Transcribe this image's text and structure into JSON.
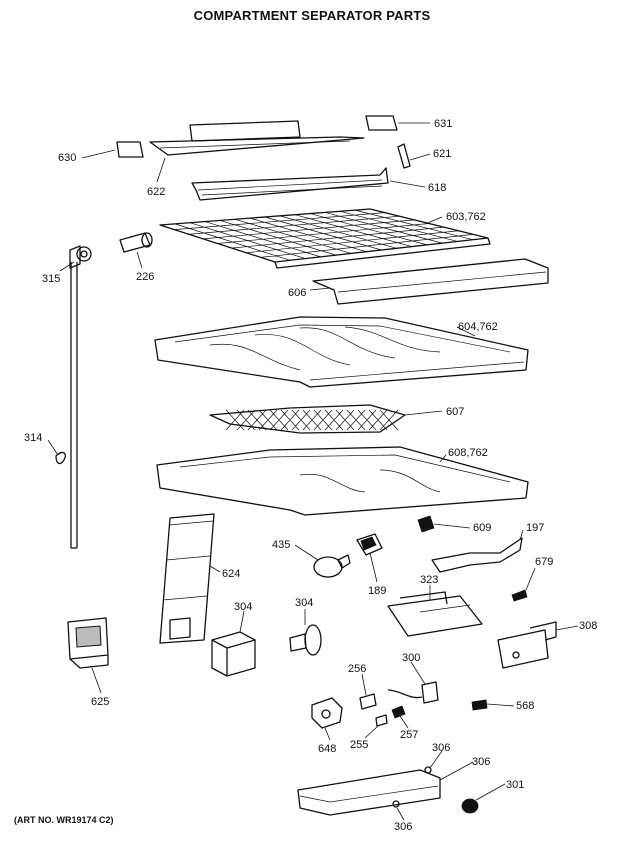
{
  "title": "COMPARTMENT SEPARATOR PARTS",
  "art_no": "(ART NO. WR19174 C2)",
  "callouts": [
    "631",
    "630",
    "621",
    "622",
    "618",
    "603,762",
    "315",
    "226",
    "606",
    "604,762",
    "607",
    "314",
    "608,762",
    "609",
    "197",
    "435",
    "624",
    "189",
    "679",
    "323",
    "308",
    "304a",
    "304b",
    "625",
    "256",
    "300",
    "568",
    "648",
    "255",
    "257",
    "306a",
    "306b",
    "301",
    "306c"
  ],
  "labels": {
    "631": "631",
    "630": "630",
    "621": "621",
    "622": "622",
    "618": "618",
    "603,762": "603,762",
    "315": "315",
    "226": "226",
    "606": "606",
    "604,762": "604,762",
    "607": "607",
    "314": "314",
    "608,762": "608,762",
    "609": "609",
    "197": "197",
    "435": "435",
    "624": "624",
    "189": "189",
    "679": "679",
    "323": "323",
    "308": "308",
    "304a": "304",
    "304b": "304",
    "625": "625",
    "256": "256",
    "300": "300",
    "568": "568",
    "648": "648",
    "255": "255",
    "257": "257",
    "306a": "306",
    "306b": "306",
    "301": "301",
    "306c": "306"
  }
}
